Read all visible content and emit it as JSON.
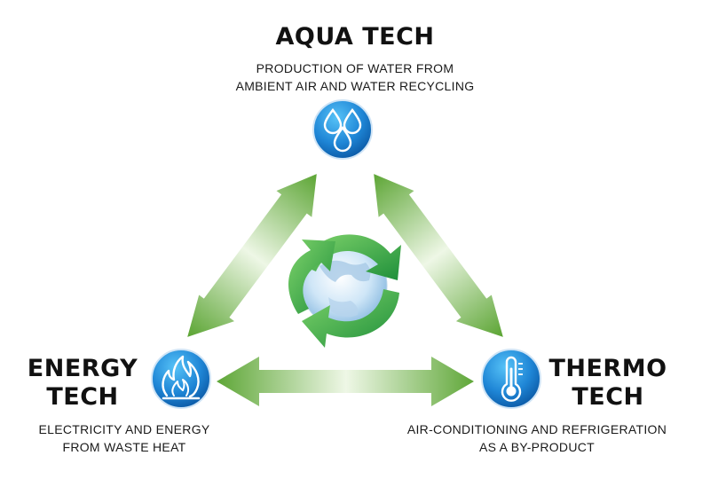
{
  "aqua": {
    "title": "AQUA TECH",
    "desc_line1": "PRODUCTION OF WATER FROM",
    "desc_line2": "AMBIENT AIR AND WATER RECYCLING",
    "icon": "water-drops-icon"
  },
  "energy": {
    "title_line1": "ENERGY",
    "title_line2": "TECH",
    "desc_line1": "ELECTRICITY AND ENERGY",
    "desc_line2": "FROM WASTE HEAT",
    "icon": "flame-icon"
  },
  "thermo": {
    "title_line1": "THERMO",
    "title_line2": "TECH",
    "desc_line1": "AIR-CONDITIONING AND REFRIGERATION",
    "desc_line2": "AS A BY-PRODUCT",
    "icon": "thermometer-icon"
  },
  "center": {
    "icon": "recycling-globe-icon"
  },
  "colors": {
    "circle_light": "#3fb0ee",
    "circle_dark": "#0a5fae",
    "arrow_green": "#6fb144",
    "recycle_green": "#2aa844",
    "text": "#111111"
  }
}
